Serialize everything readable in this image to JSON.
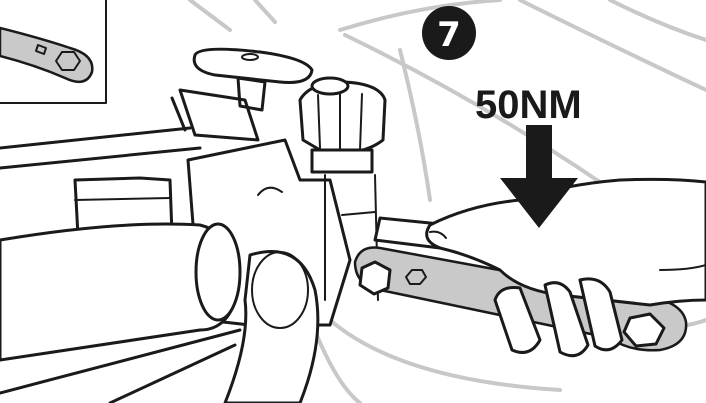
{
  "step": {
    "number": "7"
  },
  "torque": {
    "label": "50NM"
  },
  "colors": {
    "ink": "#1a1a1a",
    "background_lines": "#c8c8c8",
    "metal": "#c9c9c9",
    "paper": "#ffffff"
  },
  "icons": [
    "downward-arrow-icon",
    "hex-hole-icon",
    "wrench-illustration",
    "hand-illustration"
  ]
}
